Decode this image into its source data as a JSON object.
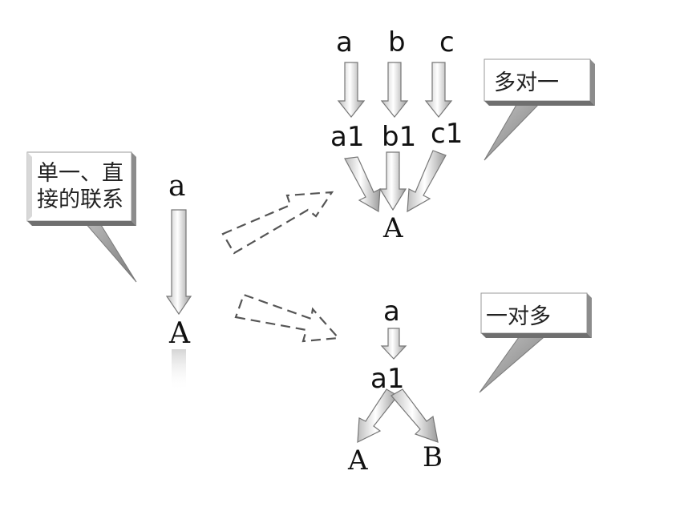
{
  "callouts": {
    "left": {
      "line1": "单一、直",
      "line2": "接的联系"
    },
    "top_right": {
      "text": "多对一"
    },
    "bottom_right": {
      "text": "一对多"
    }
  },
  "single_chain": {
    "top": "a",
    "bottom": "A"
  },
  "many_to_one": {
    "inputs": [
      "a",
      "b",
      "c"
    ],
    "middle": [
      "a1",
      "b1",
      "c1"
    ],
    "output": "A"
  },
  "one_to_many": {
    "input": "a",
    "middle": "a1",
    "outputs": [
      "A",
      "B"
    ]
  }
}
